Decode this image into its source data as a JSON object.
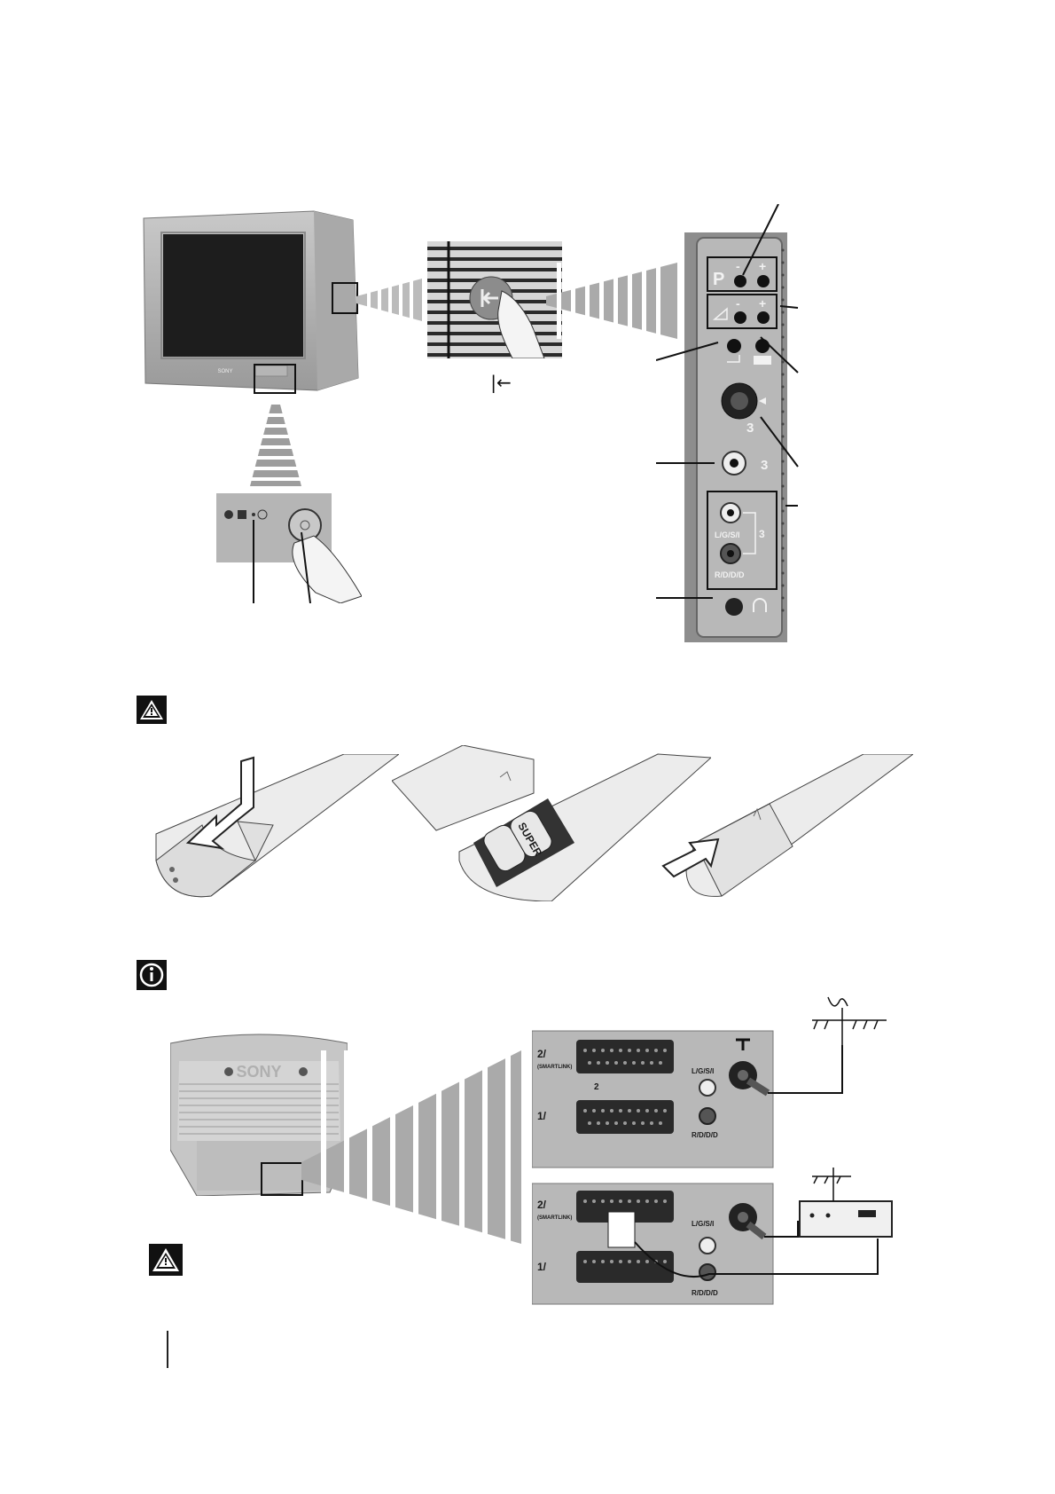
{
  "front_panel": {
    "button_glyph": "|←",
    "p_label": "P",
    "minus": "-",
    "plus": "+",
    "input_3_label": "3",
    "input_3b_label": "3",
    "audio_left_label": "L/G/S/I",
    "audio_right_label": "R/D/D/D",
    "audio_group_label": "3"
  },
  "tv_front": {
    "brand": "SONY"
  },
  "tv_back": {
    "brand": "SONY"
  },
  "battery": {
    "brand": "SUPER"
  },
  "rear_connectors": {
    "scart2_label": "2/",
    "smartlink_label": "(SMARTLINK)",
    "scart1_label": "1/",
    "audio_left_label": "L/G/S/I",
    "audio_right_label": "R/D/D/D",
    "arrow_2": "2"
  },
  "icons": {
    "warning_icon": "warning-triangle",
    "info_icon": "info-circle"
  }
}
